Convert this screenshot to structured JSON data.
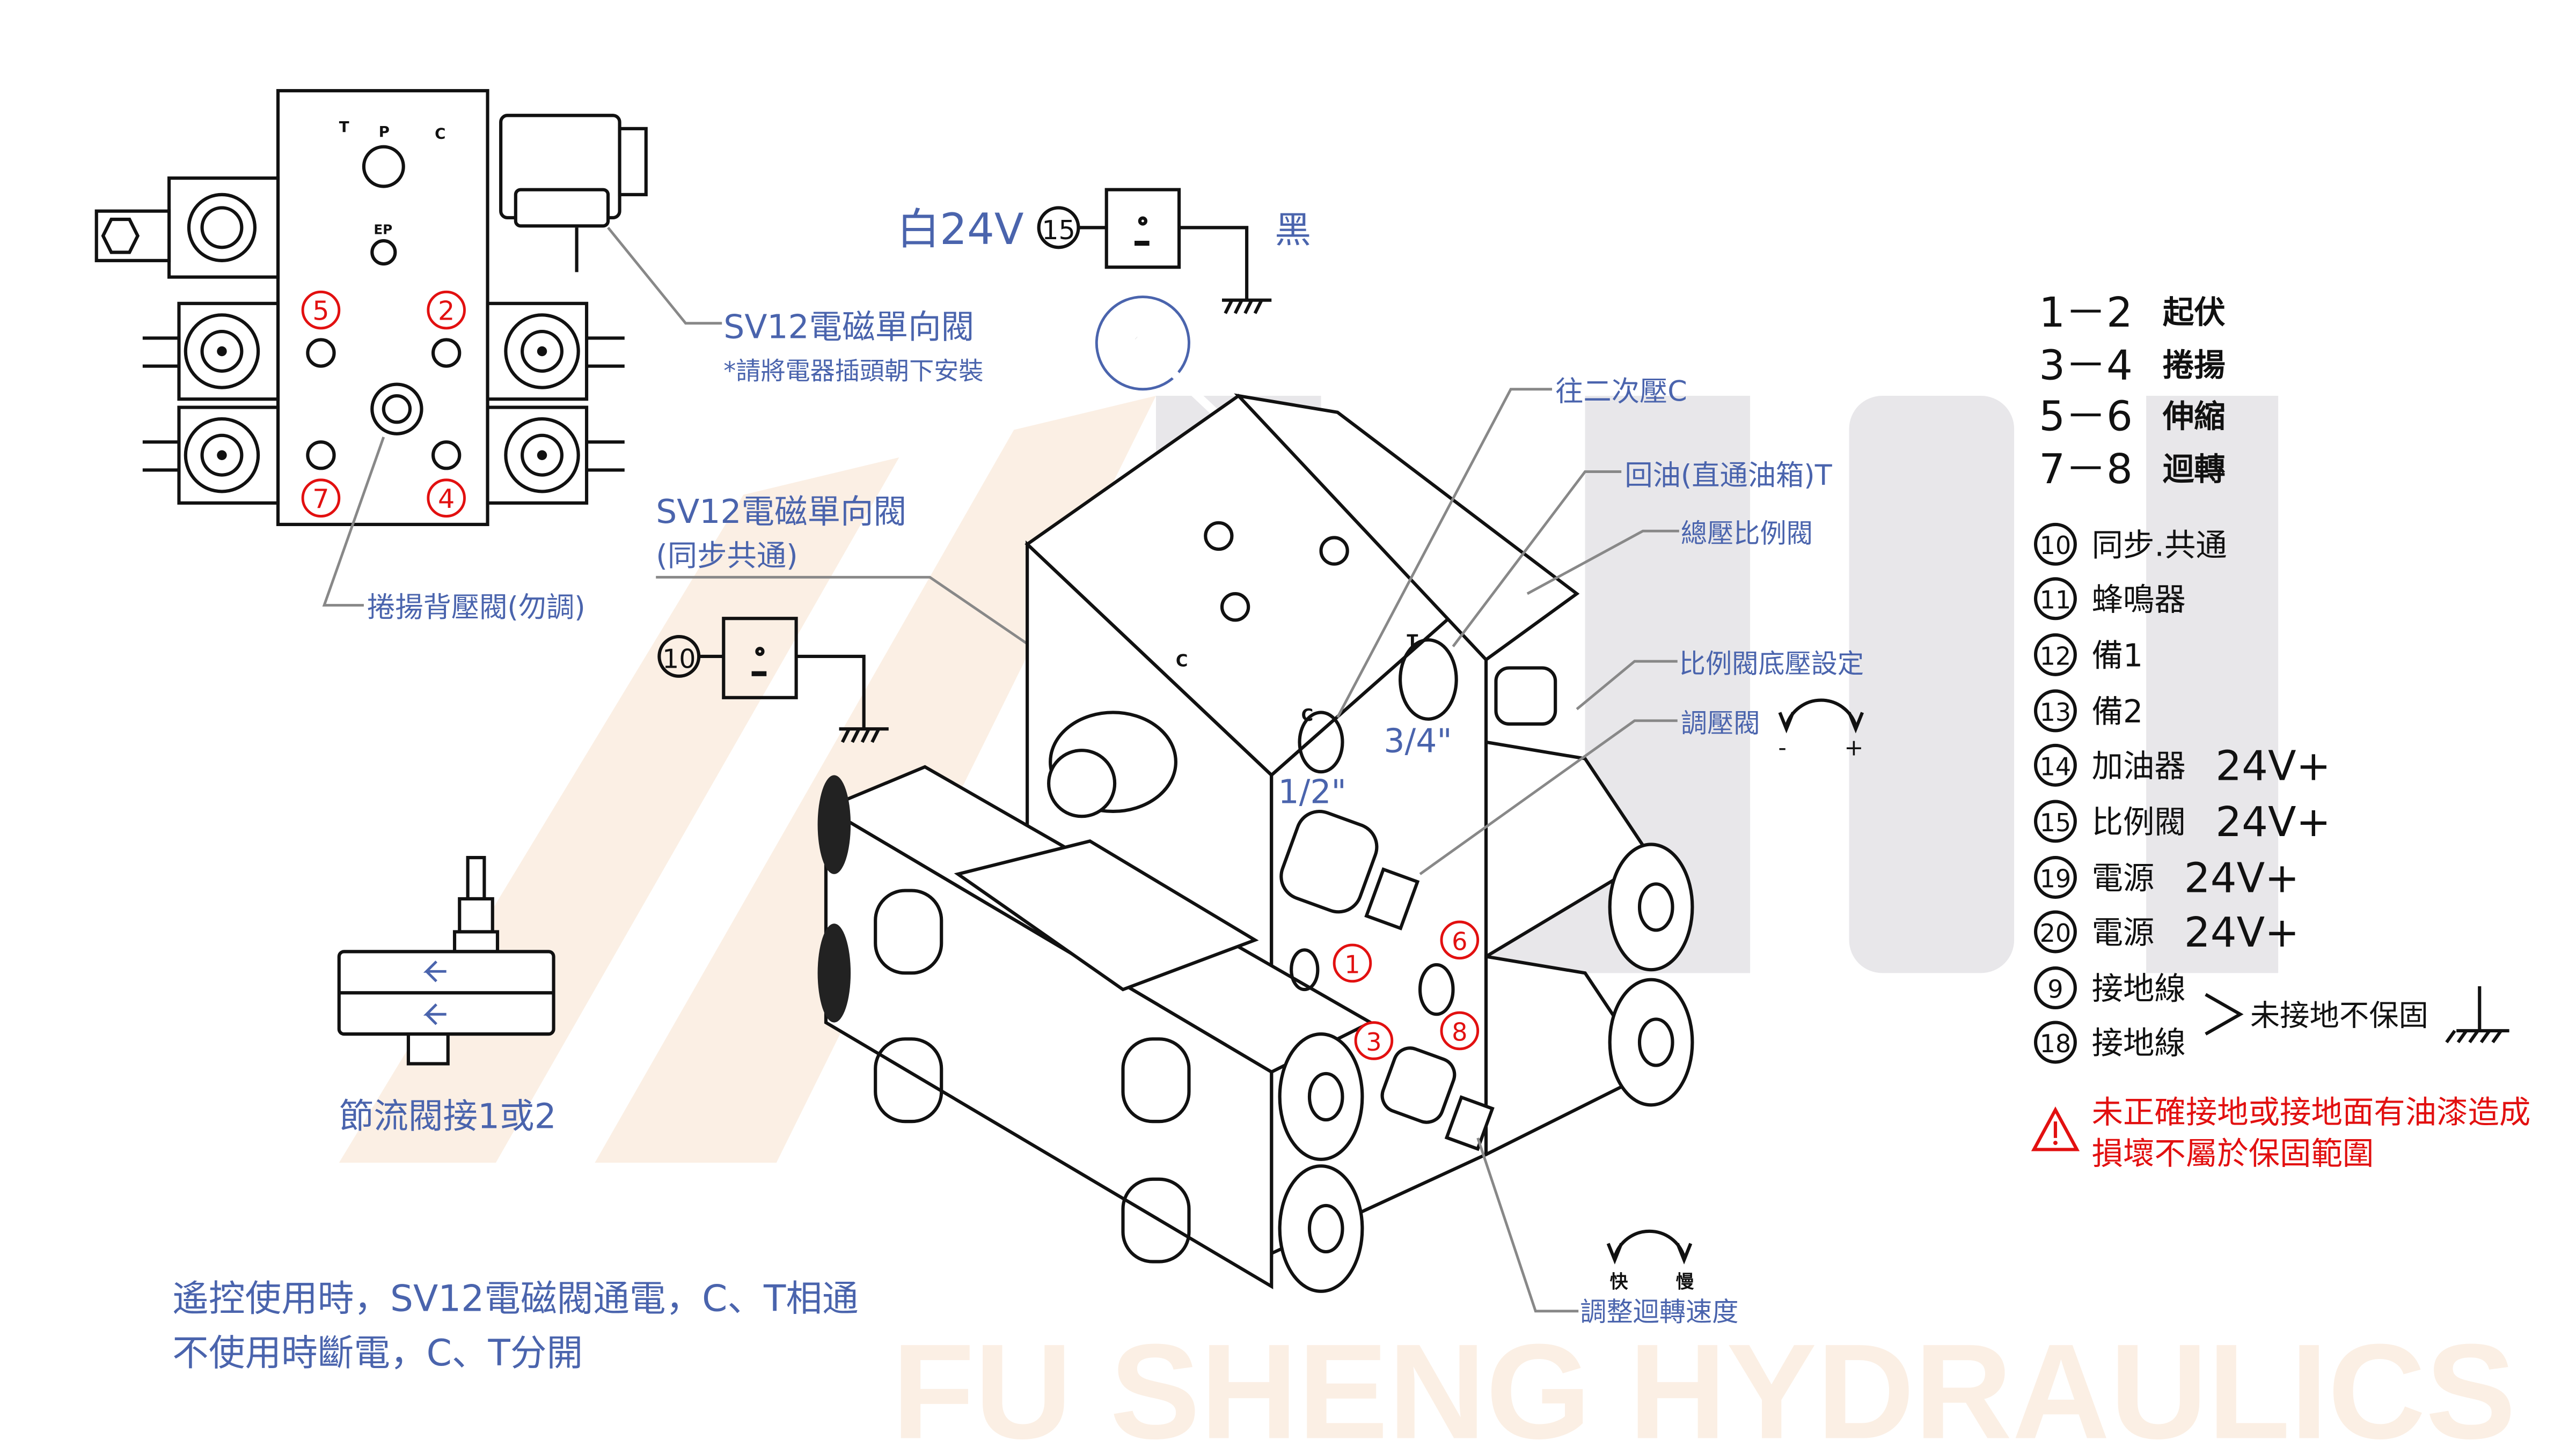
{
  "colors": {
    "label_blue": "#4a64ad",
    "warning_red": "#e21010",
    "watermark_grey": "#e8e7ea",
    "watermark_orange": "#fbefe4"
  },
  "watermark": {
    "text": "FU SHENG HYDRAULICS"
  },
  "top_view": {
    "port_letters": [
      "T",
      "P",
      "C",
      "EP"
    ],
    "circled": [
      "5",
      "2",
      "7",
      "4"
    ],
    "backpressure_label": "捲揚背壓閥(勿調)"
  },
  "callouts": {
    "sv12_check": "SV12電磁單向閥",
    "sv12_note": "*請將電器插頭朝下安裝",
    "sv12_sync_1": "SV12電磁單向閥",
    "sv12_sync_2": "(同步共通)",
    "to_secondary": "往二次壓C",
    "return_oil": "回油(直通油箱)T",
    "total_proportional": "總壓比例閥",
    "prop_base_pressure": "比例閥底壓設定",
    "regulator": "調壓閥",
    "minus": "-",
    "plus": "+",
    "size_half": "1/2\"",
    "size_three_quarter": "3/4\"",
    "port_c": "C",
    "port_t": "T",
    "fast": "快",
    "slow": "慢",
    "speed_adjust": "調整迴轉速度",
    "throttle": "節流閥接1或2",
    "block_circled": [
      "1",
      "6",
      "3",
      "8"
    ]
  },
  "schematics": {
    "s15": {
      "num": "15",
      "left": "白24V",
      "right": "黑"
    },
    "s10": {
      "num": "10"
    }
  },
  "bottom_note": {
    "line1": "遙控使用時，SV12電磁閥通電，C、T相通",
    "line2": "不使用時斷電，C、T分開"
  },
  "legend": {
    "pairs": [
      {
        "pair": "1－2",
        "label": "起伏"
      },
      {
        "pair": "3－4",
        "label": "捲揚"
      },
      {
        "pair": "5－6",
        "label": "伸縮"
      },
      {
        "pair": "7－8",
        "label": "迴轉"
      }
    ],
    "items": [
      {
        "num": "10",
        "label": "同步.共通",
        "volt": ""
      },
      {
        "num": "11",
        "label": "蜂鳴器",
        "volt": ""
      },
      {
        "num": "12",
        "label": "備1",
        "volt": ""
      },
      {
        "num": "13",
        "label": "備2",
        "volt": ""
      },
      {
        "num": "14",
        "label": "加油器",
        "volt": "24V+"
      },
      {
        "num": "15",
        "label": "比例閥",
        "volt": "24V+"
      },
      {
        "num": "19",
        "label": "電源",
        "volt": "24V+"
      },
      {
        "num": "20",
        "label": "電源",
        "volt": "24V+"
      }
    ],
    "ground": [
      {
        "num": "9",
        "label": "接地線"
      },
      {
        "num": "18",
        "label": "接地線"
      }
    ],
    "ground_note": "未接地不保固",
    "warning_1": "未正確接地或接地面有油漆造成",
    "warning_2": "損壞不屬於保固範圍"
  }
}
